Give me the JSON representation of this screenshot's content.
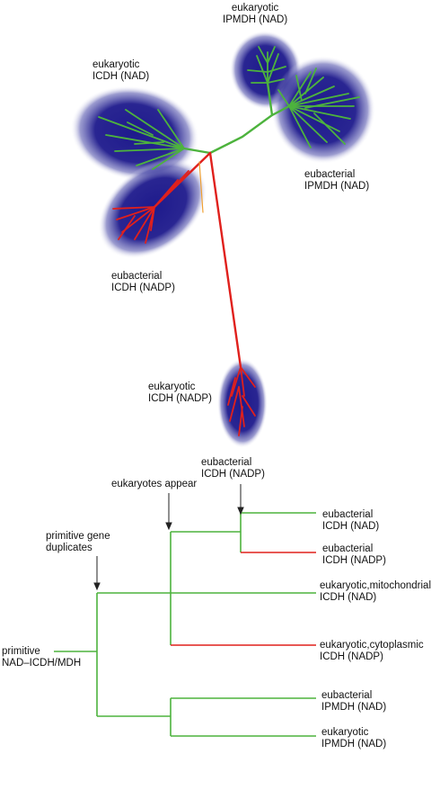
{
  "unrooted_tree": {
    "labels": {
      "euk_ipmdh_nad": [
        "eukaryotic",
        "IPMDH (NAD)"
      ],
      "euk_icdh_nad": [
        "eukaryotic",
        "ICDH (NAD)"
      ],
      "eubact_ipmdh_nad": [
        "eubacterial",
        "IPMDH (NAD)"
      ],
      "eubact_icdh_nadp": [
        "eubacterial",
        "ICDH (NADP)"
      ],
      "euk_icdh_nadp": [
        "eukaryotic",
        "ICDH (NADP)"
      ]
    }
  },
  "rooted_tree": {
    "annotations": {
      "eubact_icdh_nadp": [
        "eubacterial",
        "ICDH (NADP)"
      ],
      "eukaryotes_appear": "eukaryotes appear",
      "primitive_gene_duplicates": [
        "primitive gene",
        "duplicates"
      ]
    },
    "root": [
      "primitive",
      "NAD–ICDH/MDH"
    ],
    "leaves": [
      [
        "eubacterial",
        "ICDH (NAD)"
      ],
      [
        "eubacterial",
        "ICDH (NADP)"
      ],
      [
        "eukaryotic,mitochondrial",
        "ICDH (NAD)"
      ],
      [
        "eukaryotic,cytoplasmic",
        "ICDH (NADP)"
      ],
      [
        "eubacterial",
        "IPMDH (NAD)"
      ],
      [
        "eukaryotic",
        "IPMDH (NAD)"
      ]
    ]
  },
  "colors": {
    "nad_branch": "#4db33d",
    "nadp_branch": "#e0201c",
    "clade_fill": "#1e1a8c",
    "text": "#111111"
  }
}
